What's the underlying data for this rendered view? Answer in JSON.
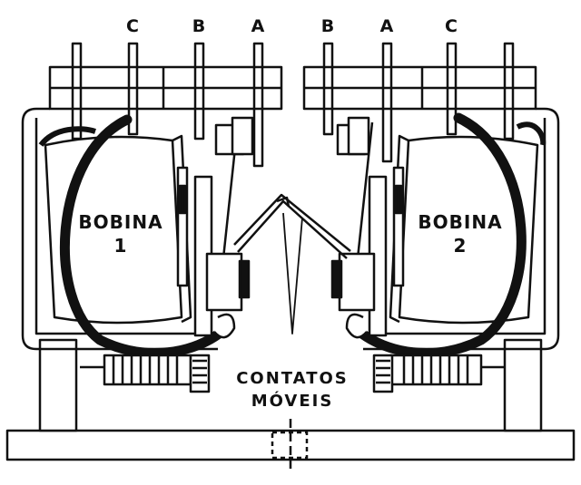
{
  "labels": {
    "left_top": [
      "C",
      "B",
      "A"
    ],
    "right_top": [
      "B",
      "A",
      "C"
    ],
    "coil1_line1": "BOBINA",
    "coil1_line2": "1",
    "coil2_line1": "BOBINA",
    "coil2_line2": "2",
    "contacts_line1": "CONTATOS",
    "contacts_line2": "MÓVEIS"
  },
  "colors": {
    "ink": "#111111",
    "paper": "#ffffff"
  }
}
